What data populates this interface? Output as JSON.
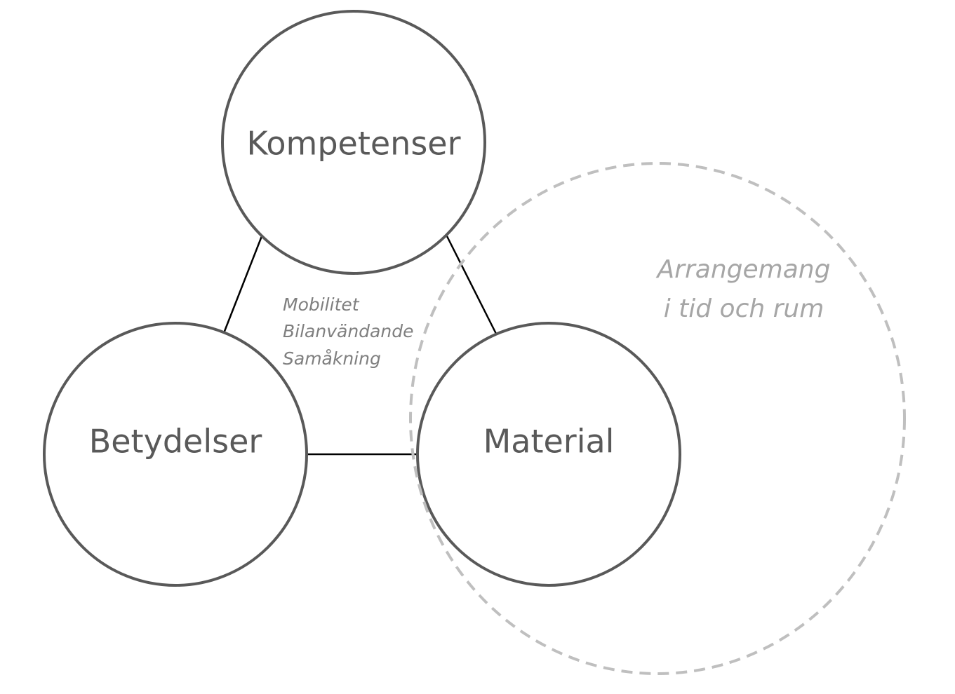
{
  "nodes": {
    "competences": "Kompetenser",
    "meanings": "Betydelser",
    "material": "Material"
  },
  "center_examples": [
    "Mobilitet",
    "Bilanvändande",
    "Samåkning"
  ],
  "arrangement": {
    "line1": "Arrangemang",
    "line2": "i tid och rum"
  },
  "colors": {
    "node_stroke": "#595959",
    "node_text": "#595959",
    "connector": "#000000",
    "center_text": "#7f7f7f",
    "arrangement_stroke": "#bfbfbf",
    "arrangement_text": "#a6a6a6"
  }
}
